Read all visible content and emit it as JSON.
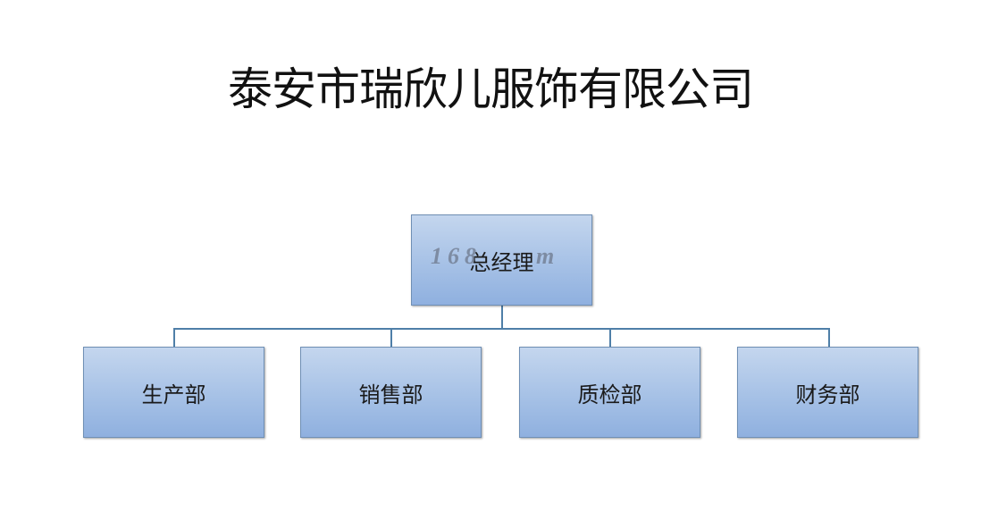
{
  "title": "泰安市瑞欣儿服饰有限公司",
  "chart": {
    "root": {
      "label": "总经理"
    },
    "children": [
      {
        "label": "生产部"
      },
      {
        "label": "销售部"
      },
      {
        "label": "质检部"
      },
      {
        "label": "财务部"
      }
    ]
  },
  "watermark": {
    "part1": "168",
    "part2": "m"
  },
  "colors": {
    "box_fill": "#a6c1e6",
    "box_border": "#6f8fb5",
    "connector": "#4f7fa8"
  }
}
